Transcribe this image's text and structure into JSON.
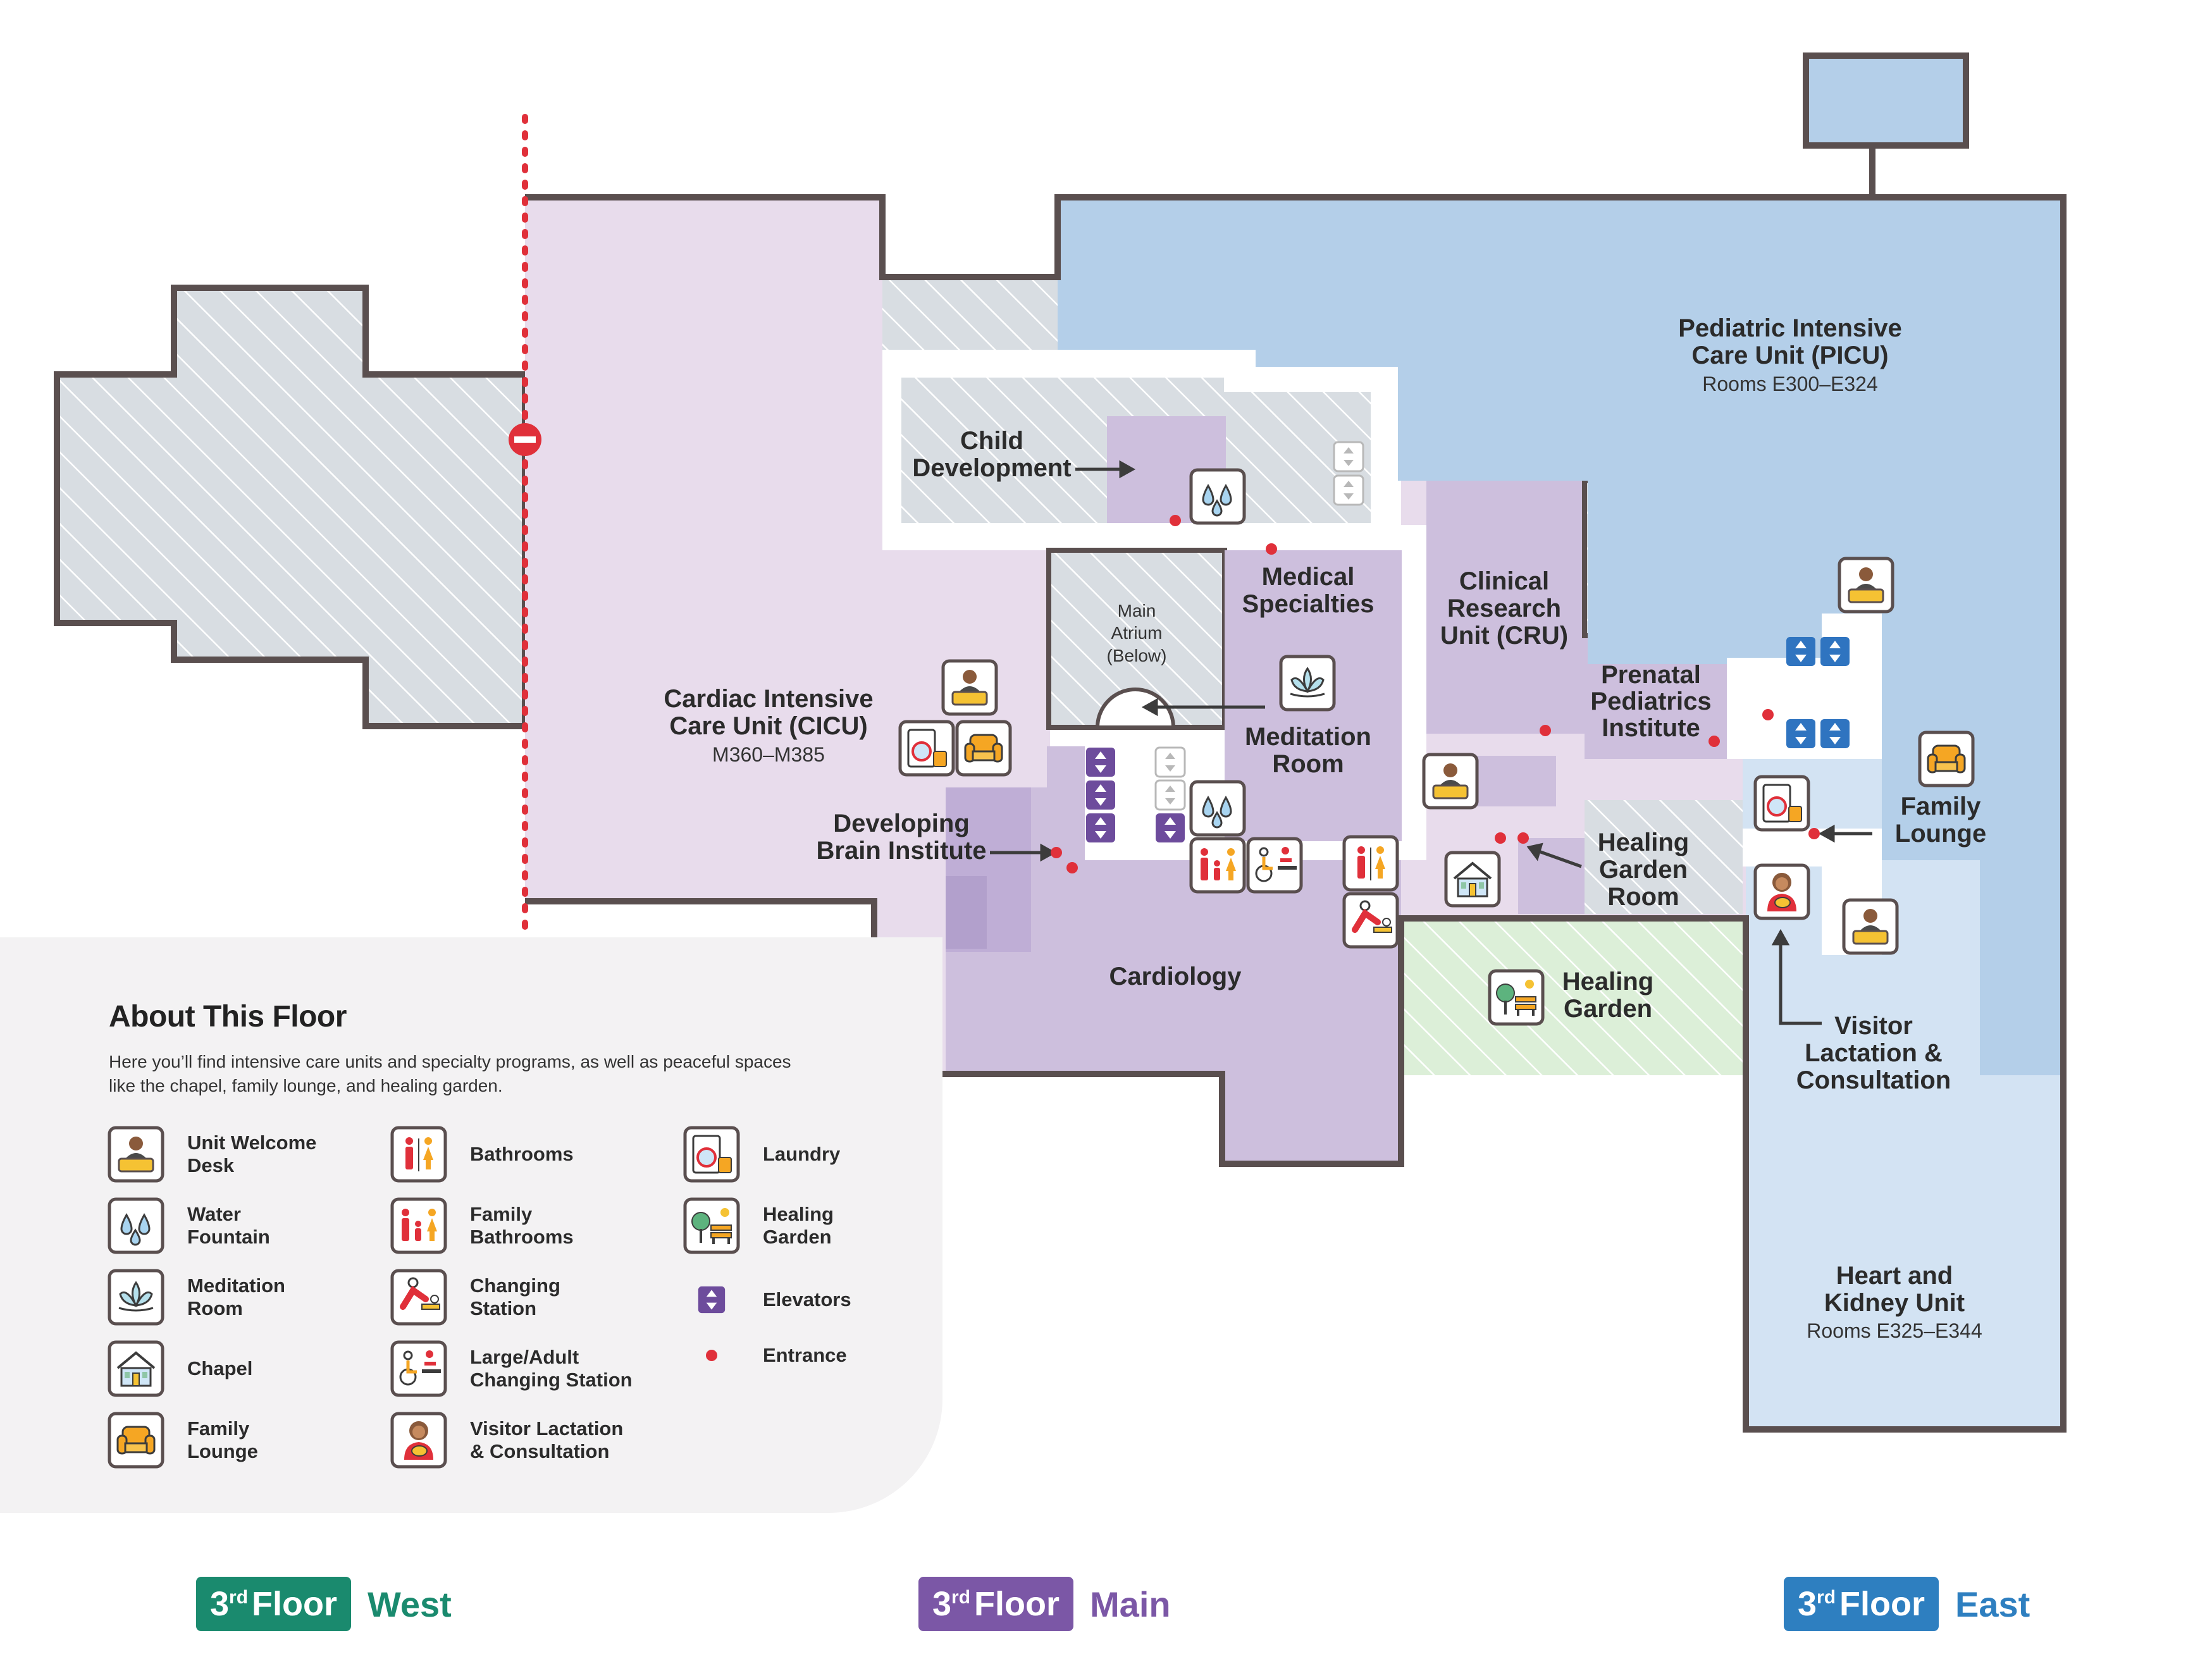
{
  "rooms": {
    "picu": {
      "name_1": "Pediatric Intensive",
      "name_2": "Care Unit (PICU)",
      "rooms": "Rooms E300–E324"
    },
    "child_development": {
      "name_1": "Child",
      "name_2": "Development"
    },
    "main_atrium": {
      "name_1": "Main",
      "name_2": "Atrium",
      "name_3": "(Below)"
    },
    "medical_specialties": {
      "name_1": "Medical",
      "name_2": "Specialties"
    },
    "clinical_research": {
      "name_1": "Clinical",
      "name_2": "Research",
      "name_3": "Unit (CRU)"
    },
    "prenatal": {
      "name_1": "Prenatal",
      "name_2": "Pediatrics",
      "name_3": "Institute"
    },
    "cicu": {
      "name_1": "Cardiac Intensive",
      "name_2": "Care Unit (CICU)",
      "rooms": "M360–M385"
    },
    "meditation_room": {
      "name_1": "Meditation",
      "name_2": "Room"
    },
    "developing_brain": {
      "name_1": "Developing",
      "name_2": "Brain Institute"
    },
    "family_lounge": {
      "name_1": "Family",
      "name_2": "Lounge"
    },
    "healing_garden_room": {
      "name_1": "Healing",
      "name_2": "Garden",
      "name_3": "Room"
    },
    "healing_garden": {
      "name_1": "Healing",
      "name_2": "Garden"
    },
    "cardiology": {
      "name": "Cardiology"
    },
    "visitor_lactation": {
      "name_1": "Visitor",
      "name_2": "Lactation &",
      "name_3": "Consultation"
    },
    "heart_kidney": {
      "name_1": "Heart and",
      "name_2": "Kidney Unit",
      "rooms": "Rooms E325–E344"
    }
  },
  "legend": {
    "title": "About This Floor",
    "description": "Here you’ll find intensive care units and specialty programs, as well as peaceful spaces like the chapel, family lounge, and healing garden.",
    "items": [
      {
        "label": "Unit Welcome\nDesk",
        "icon": "welcome-desk-icon"
      },
      {
        "label": "Water\nFountain",
        "icon": "water-fountain-icon"
      },
      {
        "label": "Meditation\nRoom",
        "icon": "lotus-icon"
      },
      {
        "label": "Chapel",
        "icon": "chapel-icon"
      },
      {
        "label": "Family\nLounge",
        "icon": "armchair-icon"
      },
      {
        "label": "Bathrooms",
        "icon": "bathroom-icon"
      },
      {
        "label": "Family\nBathrooms",
        "icon": "family-bathroom-icon"
      },
      {
        "label": "Changing\nStation",
        "icon": "changing-station-icon"
      },
      {
        "label": "Large/Adult\nChanging Station",
        "icon": "adult-changing-icon"
      },
      {
        "label": "Visitor Lactation\n& Consultation",
        "icon": "lactation-icon"
      },
      {
        "label": "Laundry",
        "icon": "laundry-icon"
      },
      {
        "label": "Healing\nGarden",
        "icon": "healing-garden-icon"
      },
      {
        "label": "Elevators",
        "icon": "elevator-icon"
      },
      {
        "label": "Entrance",
        "icon": "entrance-dot-icon"
      }
    ]
  },
  "floors": [
    {
      "floor": "3rd Floor",
      "num": "3",
      "suffix": "rd",
      "word": "Floor",
      "wing": "West",
      "color": "#1a8a6e"
    },
    {
      "floor": "3rd Floor",
      "num": "3",
      "suffix": "rd",
      "word": "Floor",
      "wing": "Main",
      "color": "#7b57a6"
    },
    {
      "floor": "3rd Floor",
      "num": "3",
      "suffix": "rd",
      "word": "Floor",
      "wing": "East",
      "color": "#2e7fc0"
    }
  ],
  "colors": {
    "west_hatch": "#d8dde2",
    "main_lilac": "#e8dcec",
    "main_purple": "#cdbfdd",
    "east_blue": "#b4cfe9",
    "east_light": "#d3e3f3",
    "garden_green": "#dcefd8",
    "wall": "#5a4f4f",
    "entrance": "#e0303a",
    "elevator_purple": "#6d4c9c",
    "elevator_blue": "#2f74c0"
  }
}
